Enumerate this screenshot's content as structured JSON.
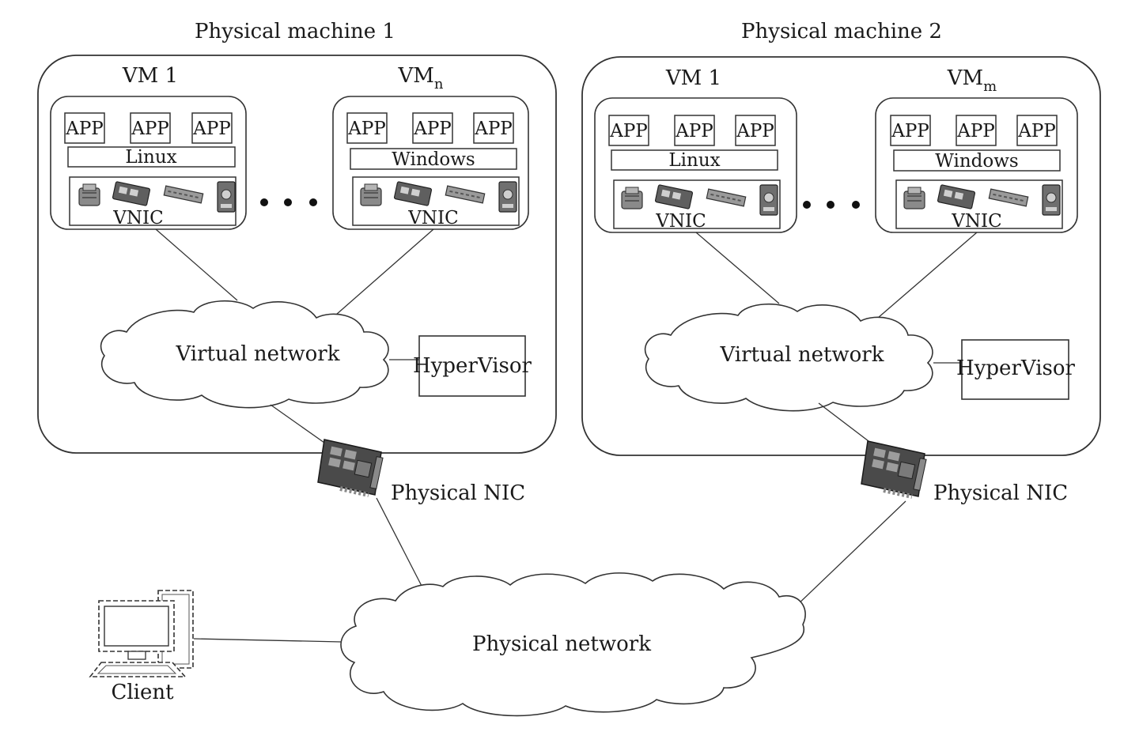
{
  "machines": [
    {
      "title": "Physical machine 1",
      "vm_left": {
        "name": "VM 1",
        "apps": [
          "APP",
          "APP",
          "APP"
        ],
        "os": "Linux",
        "vnic": "VNIC"
      },
      "vm_right": {
        "name": "VM",
        "sub": "n",
        "apps": [
          "APP",
          "APP",
          "APP"
        ],
        "os": "Windows",
        "vnic": "VNIC"
      },
      "virtual_network": "Virtual network",
      "hypervisor": "HyperVisor",
      "nic": "Physical NIC"
    },
    {
      "title": "Physical machine 2",
      "vm_left": {
        "name": "VM 1",
        "apps": [
          "APP",
          "APP",
          "APP"
        ],
        "os": "Linux",
        "vnic": "VNIC"
      },
      "vm_right": {
        "name": "VM",
        "sub": "m",
        "apps": [
          "APP",
          "APP",
          "APP"
        ],
        "os": "Windows",
        "vnic": "VNIC"
      },
      "virtual_network": "Virtual network",
      "hypervisor": "HyperVisor",
      "nic": "Physical NIC"
    }
  ],
  "physical_network": "Physical network",
  "client": "Client",
  "icons": [
    "vm-hardware-icon",
    "network-card-icon",
    "computer-monitor-icon",
    "cloud-icon"
  ]
}
